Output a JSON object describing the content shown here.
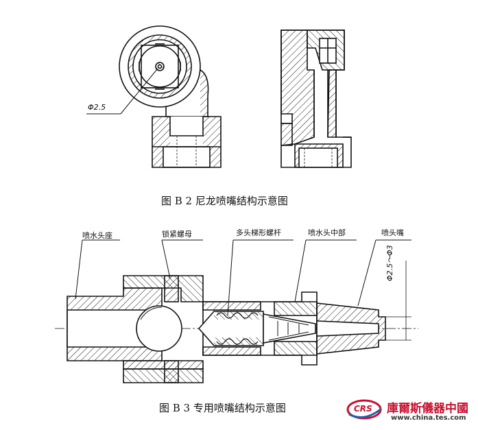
{
  "figure_b2": {
    "caption": "图 B 2    尼龙喷嘴结构示意图",
    "dimension": "Φ2.5"
  },
  "figure_b3": {
    "caption": "图 B 3    专用喷嘴结构示意图",
    "labels": {
      "nozzle_seat": "喷水头座",
      "lock_nut": "锁紧螺母",
      "screw_rod": "多头梯形螺杆",
      "middle_part": "喷水头中部",
      "nozzle_tip": "喷头嘴"
    },
    "dimension": "Φ2.5～Φ3"
  },
  "watermark": {
    "badge": "CRS",
    "name": "庫爾斯儀器中國",
    "url": "www.china.tes.com"
  },
  "colors": {
    "line": "#111111",
    "brand_red": "#c8102e",
    "brand_blue": "#1f5fa8"
  }
}
